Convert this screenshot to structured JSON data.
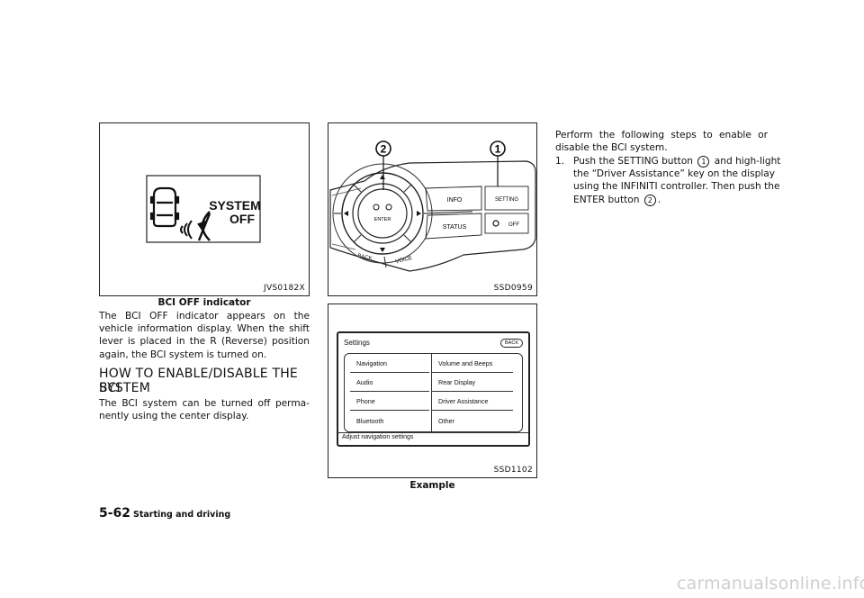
{
  "figure1": {
    "code": "JVS0182X",
    "caption": "BCI OFF indicator",
    "indicator_text_line1": "SYSTEM",
    "indicator_text_line2": "OFF"
  },
  "left_text": {
    "para1": "The BCI OFF indicator appears on the vehicle information display. When the shift lever is placed in the R (Reverse) position again, the BCI system is turned on.",
    "heading_line1": "HOW TO ENABLE/DISABLE THE BCI",
    "heading_line2": "SYSTEM",
    "para2": "The BCI system can be turned off perma-nently using the center display."
  },
  "figure2": {
    "code": "SSD0959",
    "callout1": "1",
    "callout2": "2",
    "btn_info": "INFO",
    "btn_setting": "SETTING",
    "btn_status": "STATUS",
    "btn_off": "OFF",
    "btn_back": "BACK",
    "btn_voice": "VOICE",
    "btn_enter": "ENTER"
  },
  "figure3": {
    "code": "SSD1102",
    "caption": "Example",
    "screen_title": "Settings",
    "back_label": "BACK",
    "left_items": [
      "Navigation",
      "Audio",
      "Phone",
      "Bluetooth"
    ],
    "right_items": [
      "Volume and Beeps",
      "Rear Display",
      "Driver Assistance",
      "Other"
    ],
    "status_text": "Adjust navigation settings"
  },
  "right_text": {
    "intro": "Perform the following steps to enable or disable the BCI system.",
    "step1_num": "1.",
    "step1_part1": "Push the SETTING button",
    "step1_badge1": "1",
    "step1_part2": "and high-light the “Driver Assistance” key on the display using the INFINITI controller. Then push the ENTER button",
    "step1_badge2": "2",
    "step1_part3": "."
  },
  "footer": {
    "page_num": "5-62",
    "section": "Starting and driving"
  },
  "watermark": "carmanualsonline.info"
}
